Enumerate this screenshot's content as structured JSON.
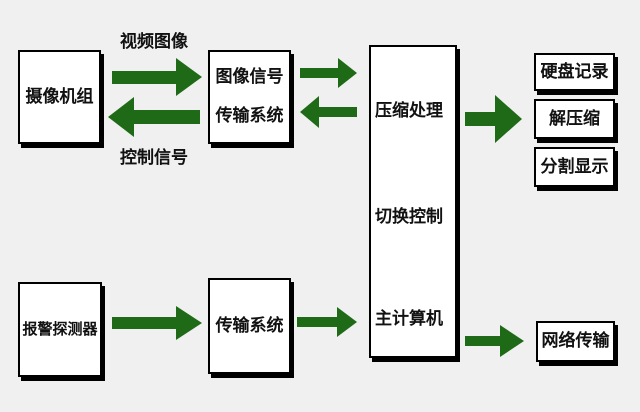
{
  "colors": {
    "arrow": "#1f6a17",
    "box_border": "#000000",
    "box_fill": "#ffffff",
    "background": "#f0f0f0"
  },
  "blocks": {
    "camera_group": "摄像机组",
    "signal_transmission": [
      "图像信号",
      "传输系统"
    ],
    "host_computer": [
      "压缩处理",
      "切换控制",
      "主计算机"
    ],
    "alarm_detector": "报警探测器",
    "transmission_system": "传输系统",
    "outputs": [
      "硬盘记录",
      "解压缩",
      "分割显示"
    ],
    "network": "网络传输"
  },
  "edge_labels": {
    "video_image": "视频图像",
    "control_signal": "控制信号"
  }
}
